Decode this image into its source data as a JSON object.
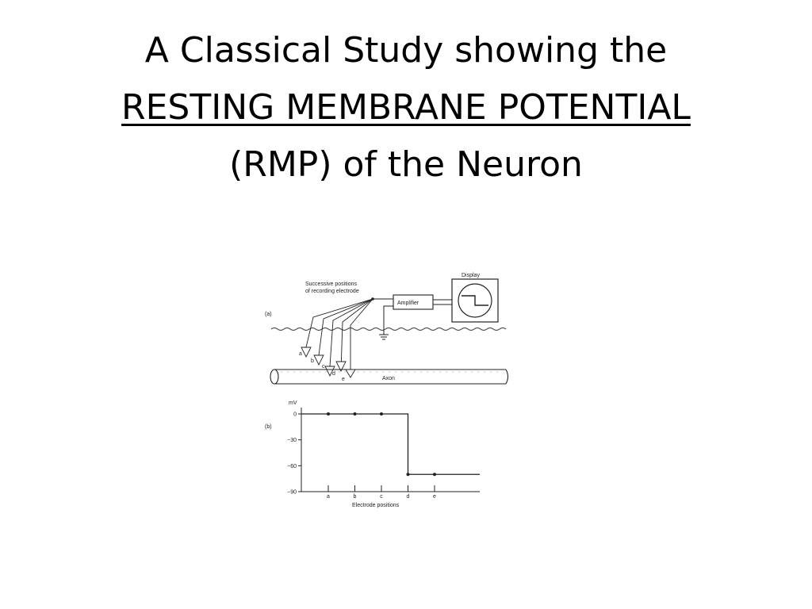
{
  "slide": {
    "title_line1": "A Classical Study showing the",
    "title_line2": "RESTING MEMBRANE POTENTIAL",
    "title_line3": "(RMP) of the Neuron"
  },
  "figure": {
    "panel_a_label": "(a)",
    "panel_b_label": "(b)",
    "electrode_caption_line1": "Successive positions",
    "electrode_caption_line2": "of recording electrode",
    "amplifier_label": "Amplifier",
    "display_label": "Display",
    "axon_label": "Axon",
    "electrode_letters": [
      "a",
      "b",
      "c",
      "d",
      "e"
    ]
  },
  "chart_data": {
    "type": "line",
    "ylabel": "mV",
    "xlabel": "Electrode positions",
    "categories": [
      "a",
      "b",
      "c",
      "d",
      "e"
    ],
    "values": [
      0,
      0,
      0,
      -70,
      -70
    ],
    "y_ticks": [
      "0",
      "−30",
      "−60",
      "−90"
    ],
    "y_tick_values": [
      0,
      -30,
      -60,
      -90
    ],
    "ylim": [
      -90,
      0
    ]
  }
}
